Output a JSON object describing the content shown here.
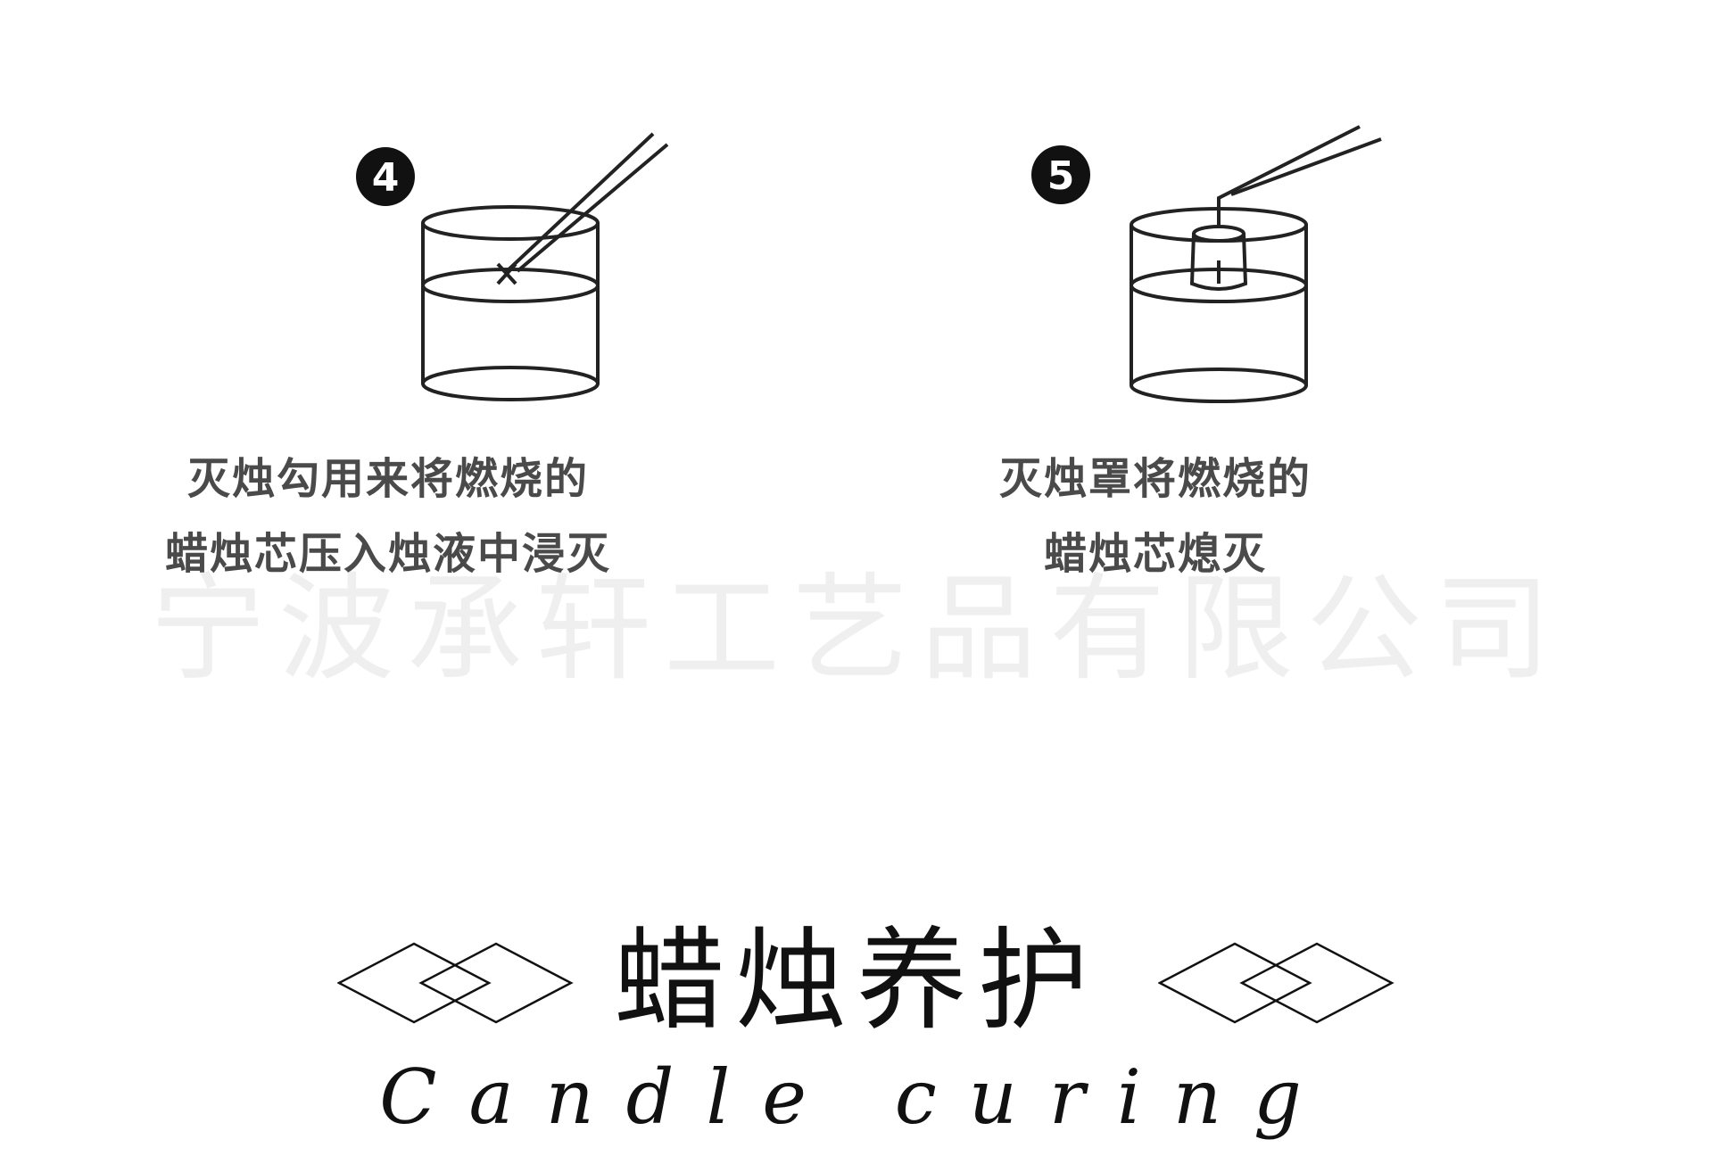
{
  "steps": [
    {
      "number": "4",
      "caption_line1": "灭烛勾用来将燃烧的",
      "caption_line2": "蜡烛芯压入烛液中浸灭"
    },
    {
      "number": "5",
      "caption_line1": "灭烛罩将燃烧的",
      "caption_line2": "蜡烛芯熄灭"
    }
  ],
  "watermark": "宁波承轩工艺品有限公司",
  "section": {
    "title": "蜡烛养护",
    "subtitle": "Candle curing"
  },
  "colors": {
    "line": "#222222",
    "caption": "#4a4a4a",
    "badge": "#111111"
  }
}
